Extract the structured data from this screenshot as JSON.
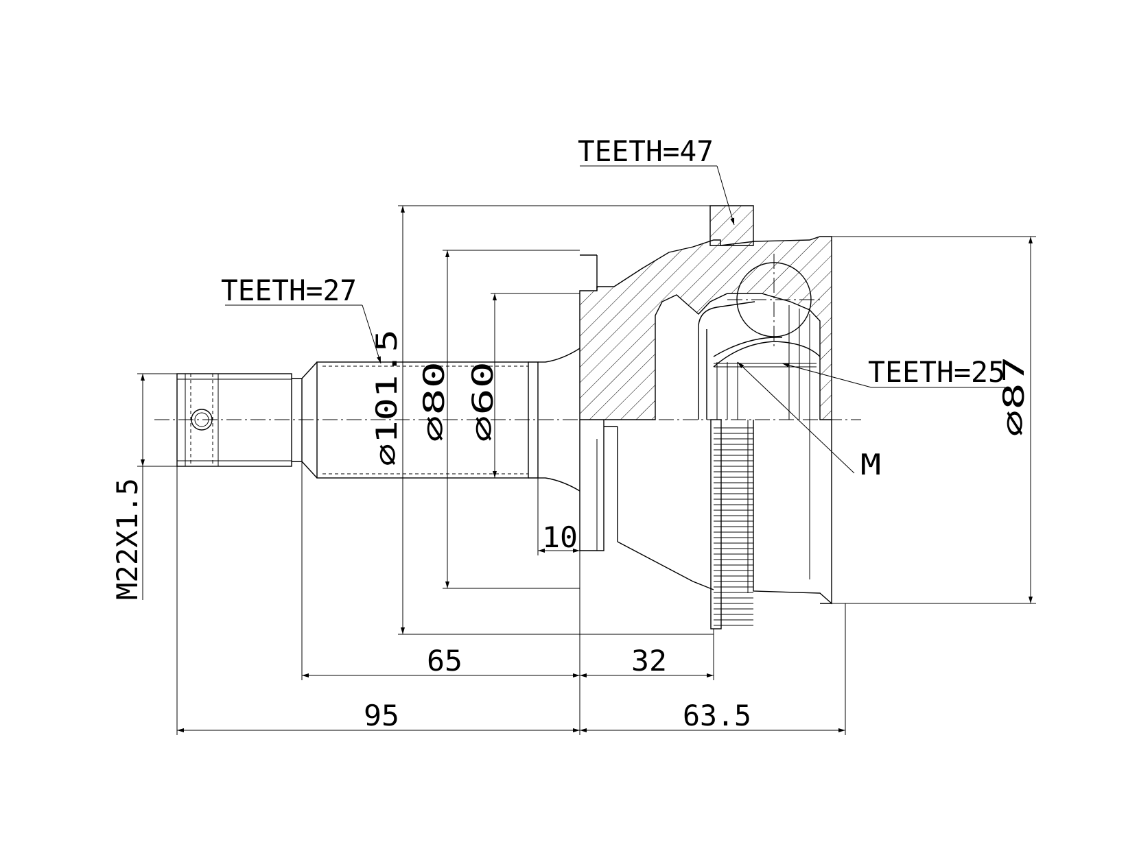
{
  "labels": {
    "teeth_47": "TEETH=47",
    "teeth_27": "TEETH=27",
    "teeth_25": "TEETH=25",
    "m": "M",
    "thread": "M22X1.5",
    "dia_101_5": "⌀101.5",
    "dia_80": "⌀80",
    "dia_60": "⌀60",
    "dia_87": "⌀87",
    "dim_10": "10",
    "dim_65": "65",
    "dim_32": "32",
    "dim_95": "95",
    "dim_63_5": "63.5"
  }
}
